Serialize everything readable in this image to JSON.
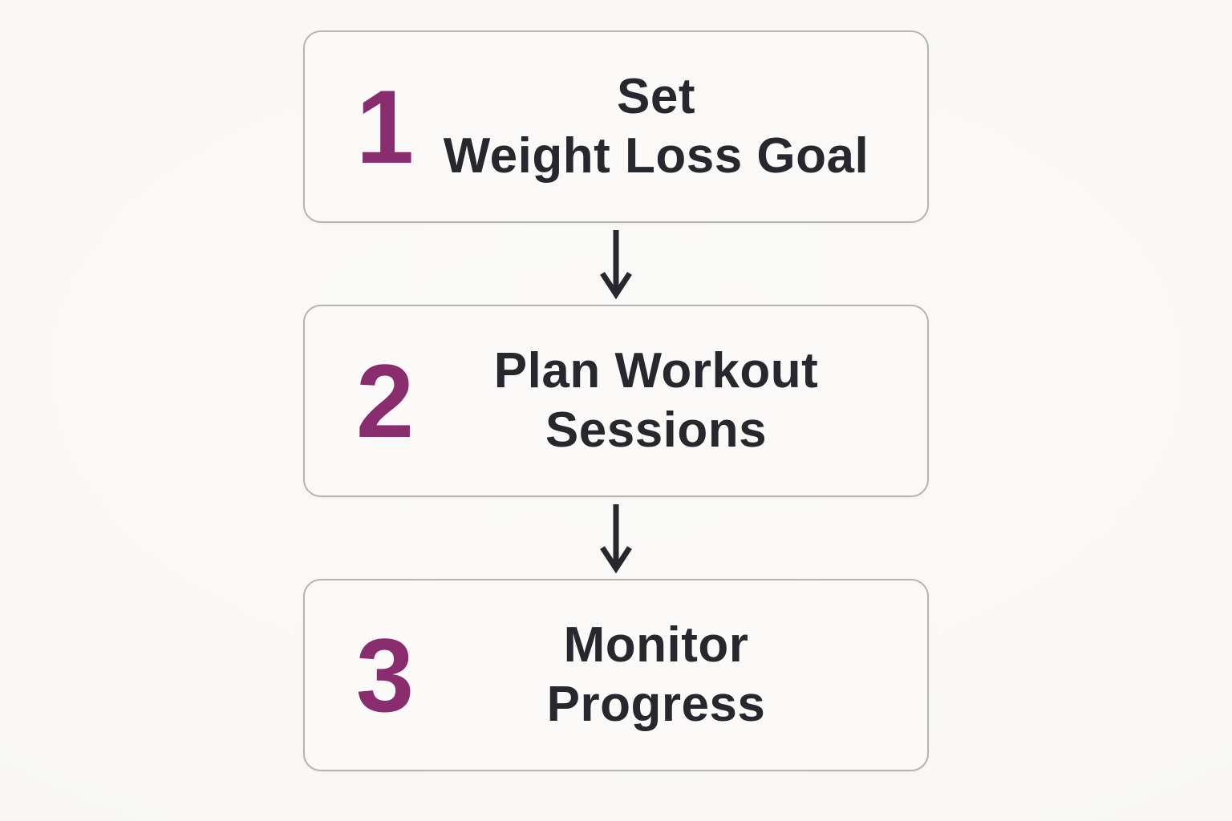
{
  "diagram": {
    "title": "Weight loss process flowchart",
    "steps": [
      {
        "number": "1",
        "label_line1": "Set",
        "label_line2": "Weight Loss Goal"
      },
      {
        "number": "2",
        "label_line1": "Plan Workout",
        "label_line2": "Sessions"
      },
      {
        "number": "3",
        "label_line1": "Monitor",
        "label_line2": "Progress"
      }
    ],
    "connectors": [
      {
        "icon": "arrow-down-icon"
      },
      {
        "icon": "arrow-down-icon"
      }
    ],
    "colors": {
      "accent_number": "#8a2d6f",
      "title_text": "#26282e",
      "arrow": "#26282e",
      "box_border": "#b5b5b5",
      "box_background": "#fbfaf9",
      "page_background": "#f8f7f5"
    }
  }
}
